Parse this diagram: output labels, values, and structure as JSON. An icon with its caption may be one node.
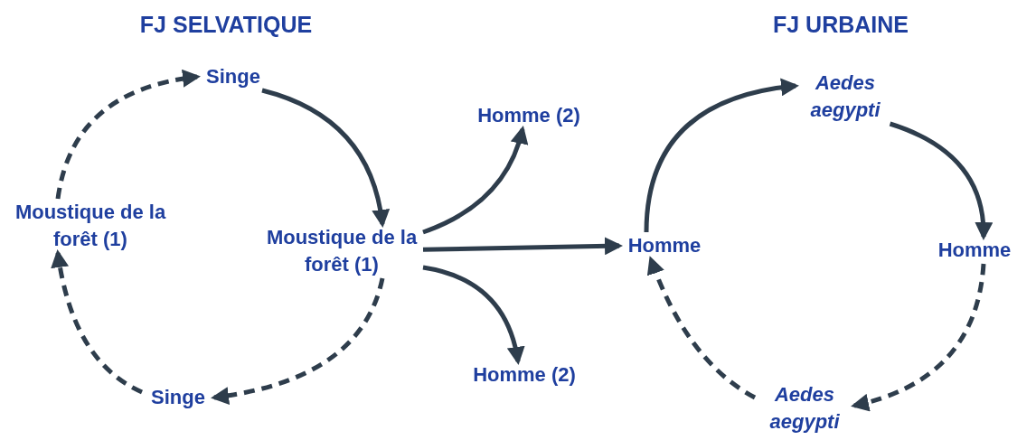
{
  "diagram": {
    "nodes": [
      {
        "text": [
          "Singe"
        ]
      },
      {
        "text": [
          "Moustique de la forêt (1)"
        ]
      },
      {
        "text": [
          "Moustique de la forêt (1)"
        ]
      },
      {
        "text": [
          "Singe"
        ]
      },
      {
        "text": [
          "Homme (2)"
        ]
      },
      {
        "text": [
          "Homme (2)"
        ]
      },
      {
        "text": [
          "Homme"
        ]
      },
      {
        "text": [
          "Aedes aegypti"
        ]
      },
      {
        "text": [
          "Homme"
        ]
      },
      {
        "text": [
          "Aedes aegypti"
        ]
      }
    ],
    "edges": [
      {
        "from": 0,
        "to": 2,
        "arrow": "to"
      },
      {
        "from": 2,
        "to": 3,
        "arrow": "to",
        "style": "dashed"
      },
      {
        "from": 3,
        "to": 1,
        "arrow": "to",
        "style": "dashed"
      },
      {
        "from": 1,
        "to": 0,
        "arrow": "to",
        "style": "dashed"
      },
      {
        "from": 2,
        "to": 4,
        "arrow": "to"
      },
      {
        "from": 2,
        "to": 5,
        "arrow": "to"
      },
      {
        "from": 2,
        "to": 6,
        "arrow": "to"
      },
      {
        "from": 6,
        "to": 7,
        "arrow": "to"
      },
      {
        "from": 7,
        "to": 8,
        "arrow": "to"
      },
      {
        "from": 8,
        "to": 9,
        "arrow": "to",
        "style": "dashed"
      },
      {
        "from": 9,
        "to": 6,
        "arrow": "to",
        "style": "dashed"
      }
    ],
    "labels": [
      "FJ SELVATIQUE",
      "FJ URBAINE"
    ]
  }
}
